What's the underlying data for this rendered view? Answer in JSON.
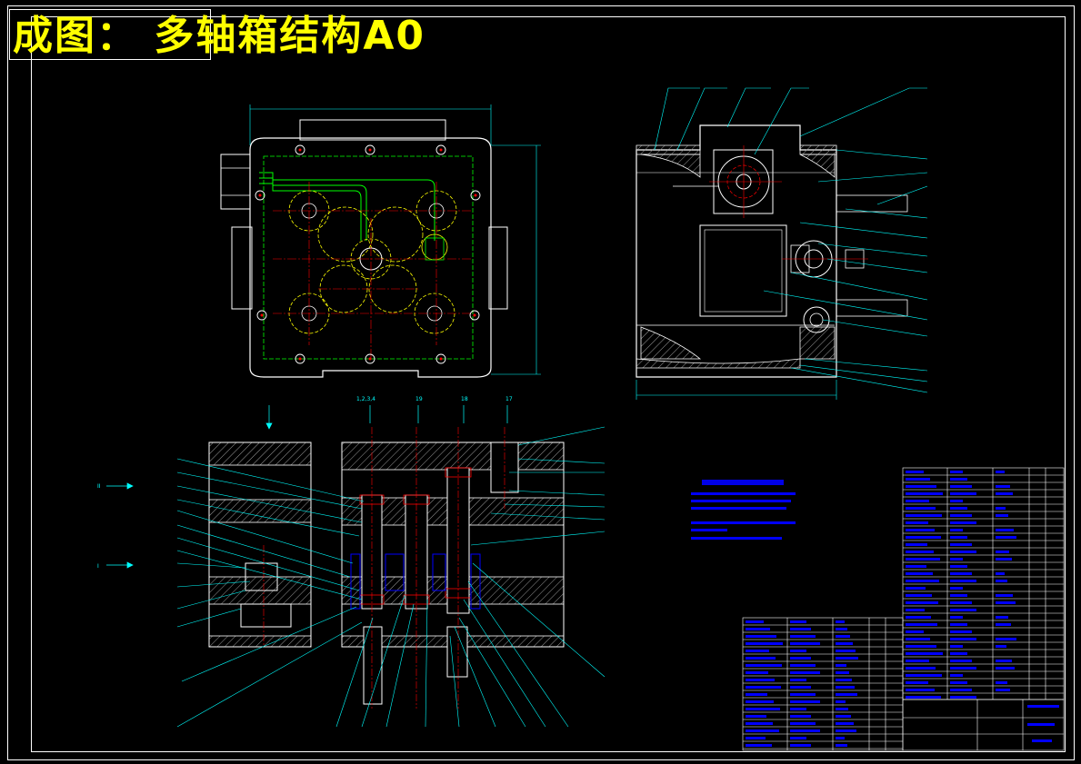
{
  "drawing": {
    "title": "成图： 多轴箱结构A0"
  },
  "colors": {
    "background": "#000000",
    "title": "#ffff00",
    "frame": "#ffffff",
    "centerline": "#ff0000",
    "leader": "#00ffff",
    "hidden": "#00ff00",
    "hatch": "#ffffff",
    "part": "#0000ff",
    "table_text": "#0000ff"
  },
  "views": {
    "section_labels": [
      "1,2,3,4",
      "19",
      "18",
      "17"
    ],
    "arrow_labels": [
      "II",
      "I"
    ]
  }
}
